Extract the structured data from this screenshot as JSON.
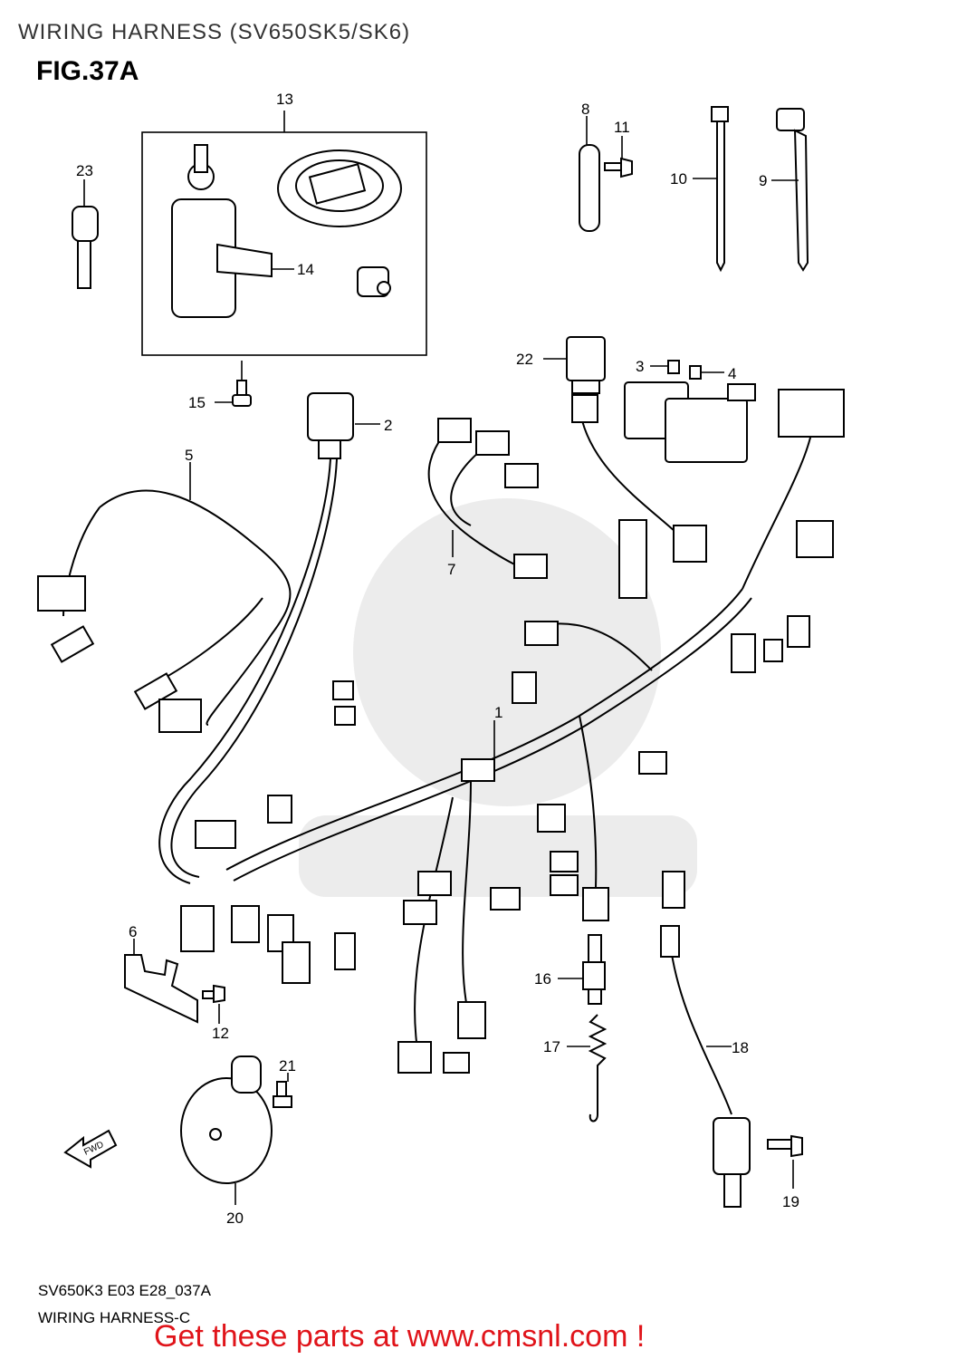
{
  "header": {
    "title": "WIRING HARNESS (SV650SK5/SK6)",
    "figure": "FIG.37A"
  },
  "parts": [
    {
      "id": "1",
      "label": "1"
    },
    {
      "id": "2",
      "label": "2"
    },
    {
      "id": "3",
      "label": "3"
    },
    {
      "id": "4",
      "label": "4"
    },
    {
      "id": "5",
      "label": "5"
    },
    {
      "id": "6",
      "label": "6"
    },
    {
      "id": "7",
      "label": "7"
    },
    {
      "id": "8",
      "label": "8"
    },
    {
      "id": "9",
      "label": "9"
    },
    {
      "id": "10",
      "label": "10"
    },
    {
      "id": "11",
      "label": "11"
    },
    {
      "id": "12",
      "label": "12"
    },
    {
      "id": "13",
      "label": "13"
    },
    {
      "id": "14",
      "label": "14"
    },
    {
      "id": "15",
      "label": "15"
    },
    {
      "id": "16",
      "label": "16"
    },
    {
      "id": "17",
      "label": "17"
    },
    {
      "id": "18",
      "label": "18"
    },
    {
      "id": "19",
      "label": "19"
    },
    {
      "id": "20",
      "label": "20"
    },
    {
      "id": "21",
      "label": "21"
    },
    {
      "id": "22",
      "label": "22"
    },
    {
      "id": "23",
      "label": "23"
    }
  ],
  "direction_marker": "FWD",
  "footer": {
    "code": "SV650K3 E03 E28_037A",
    "name": "WIRING HARNESS-C",
    "cta": "Get these parts at www.cmsnl.com !",
    "cta_color": "#e0141a"
  }
}
